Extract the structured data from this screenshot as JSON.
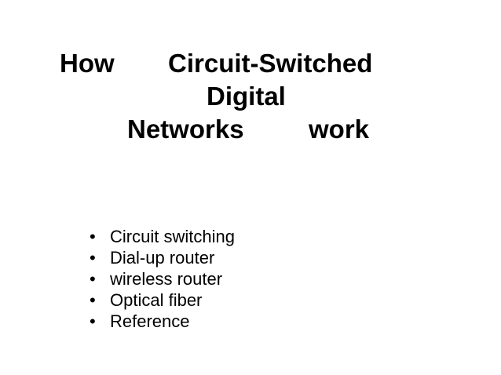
{
  "slide": {
    "title_lines": [
      [
        "How",
        "Circuit-Switched"
      ],
      [
        "Digital"
      ],
      [
        "Networks",
        "work"
      ]
    ],
    "bullet_glyph": "•",
    "bullets": [
      "Circuit switching",
      "Dial-up router",
      "wireless router",
      "Optical fiber",
      "Reference"
    ],
    "colors": {
      "background": "#ffffff",
      "text": "#000000"
    }
  }
}
